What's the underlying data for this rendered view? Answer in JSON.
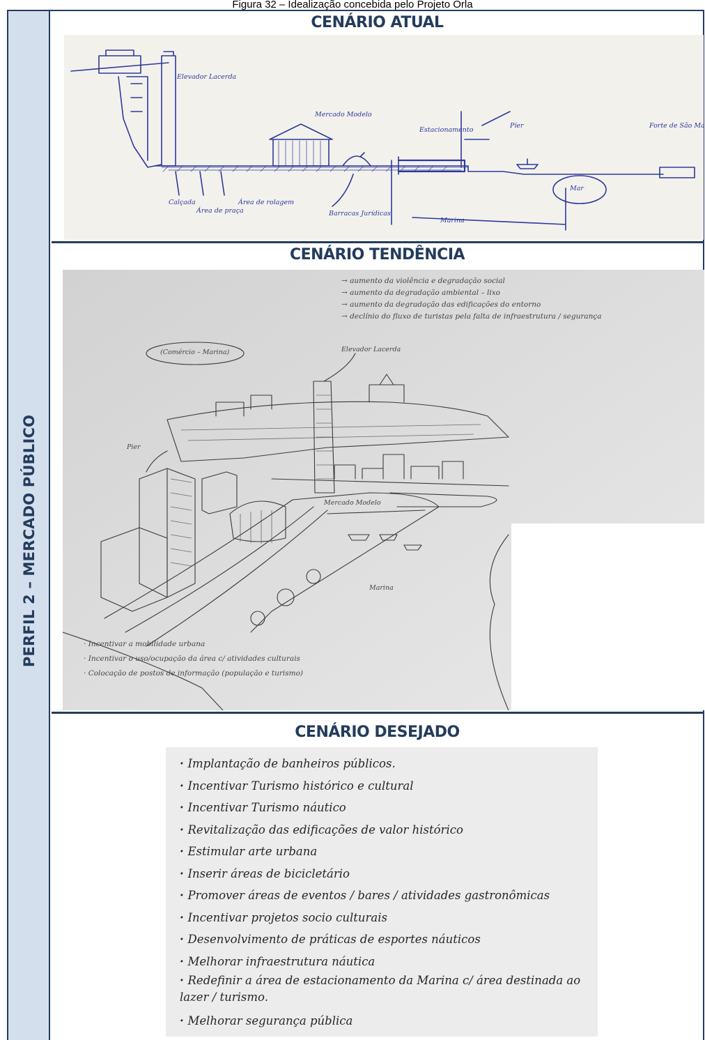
{
  "caption": "Figura 32 – Idealização concebida pelo Projeto Orla",
  "profile_label": "PERFIL 2 – MERCADO PÚBLICO",
  "sections": {
    "atual": {
      "title": "CENÁRIO ATUAL",
      "sketch_labels": [
        "Elevador Lacerda",
        "Mercado Modelo",
        "Píer",
        "Forte de São Marcelo",
        "Calçada",
        "Área de praça",
        "Área de rolagem",
        "Barracas Jurídicas",
        "Estacionamento",
        "Mar",
        "Marina"
      ]
    },
    "tendencia": {
      "title": "CENÁRIO TENDÊNCIA",
      "notes": [
        "aumento da violência e degradação social",
        "aumento da degradação ambiental – lixo",
        "aumento da degradação das edificações do entorno",
        "declínio do fluxo de turistas pela falta de infraestrutura / segurança"
      ],
      "sketch_labels": [
        "(Comércio – Marina)",
        "Elevador Lacerda",
        "Pier",
        "Mercado Modelo",
        "Marina"
      ],
      "bottom_notes": [
        "Incentivar a mobilidade urbana",
        "Incentivar o uso/ocupação da área c/ atividades culturais",
        "Colocação de postos de informação (população e turismo)"
      ]
    },
    "desejado": {
      "title": "CENÁRIO DESEJADO",
      "items": [
        "Implantação de banheiros públicos.",
        "Incentivar Turismo histórico e cultural",
        "Incentivar Turismo náutico",
        "Revitalização das edificações de valor histórico",
        "Estimular arte urbana",
        "Inserir áreas de bicicletário",
        "Promover áreas de eventos / bares / atividades gastronômicas",
        "Incentivar projetos socio culturais",
        "Desenvolvimento de práticas de esportes náuticos",
        "Melhorar infraestrutura náutica",
        "Redefinir a área de estacionamento da Marina c/ área destinada ao lazer / turismo.",
        "Melhorar segurança pública"
      ]
    }
  },
  "colors": {
    "navy": "#243c5c",
    "band": "#d4dfee",
    "ink_blue": "#2c3a9c",
    "pencil": "#3a3a3a"
  }
}
